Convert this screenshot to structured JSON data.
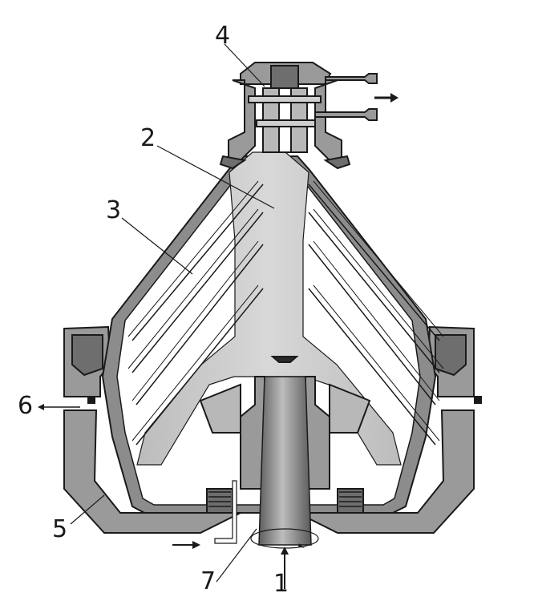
{
  "labels": {
    "l1": "1",
    "l2": "2",
    "l3": "3",
    "l4": "4",
    "l5": "5",
    "l6": "6",
    "l7": "7"
  },
  "colors": {
    "outline": "#1a1a1a",
    "bowl_wall": "#8c8c8c",
    "frame": "#9a9a9a",
    "cover_dark": "#6e6e6e",
    "liquid": "#cfcfcf",
    "spindle_light": "#b8b8b8",
    "spindle_dark": "#6b6b6b",
    "background": "#ffffff"
  }
}
